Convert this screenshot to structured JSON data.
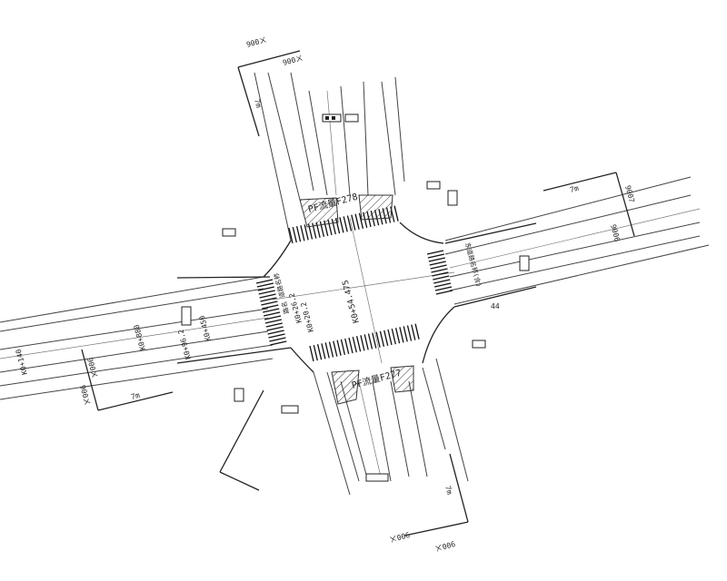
{
  "labels": {
    "dim_900_nw_a": "900ㄨ",
    "dim_900_nw_b": "900ㄨ",
    "dim_7m_nw": "7m",
    "dim_900_ne_a": "9007",
    "dim_900_ne_b": "9006",
    "dim_7m_ne": "7m",
    "dim_900_w_a": "900ㄨ",
    "dim_900_w_b": "900ㄨ",
    "dim_7m_w": "7m",
    "dim_900_se_a": "900ㄨ",
    "dim_900_se_b": "900ㄨ",
    "dim_7m_se": "7m",
    "north_text": "PF流量F278",
    "south_text": "PF流量F277",
    "east_text": "东道路名称(含)",
    "center_text": "K0+54.475",
    "west_text_a": "K0+26.2",
    "west_text_b": "路名 道路名称",
    "west_road_a": "K0+880",
    "west_road_b": "K0+450",
    "west_road_c": "K0+140",
    "west_road_d": "K0+96.2",
    "center_small": "K0+20.2",
    "east_small": "44"
  }
}
